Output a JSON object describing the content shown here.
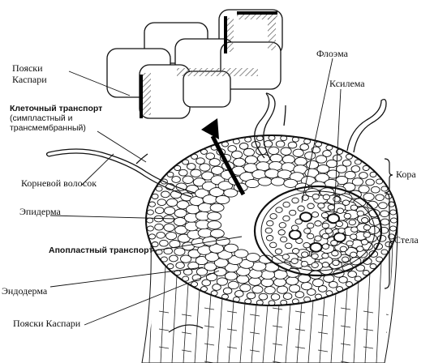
{
  "labels": {
    "caspary_top_line1": "Пояски",
    "caspary_top_line2": "Каспари",
    "symplast_title": "Клеточный транспорт",
    "symplast_sub1": "(симпластный и",
    "symplast_sub2": "трансмембранный)",
    "root_hair": "Корневой волосок",
    "epidermis": "Эпидерма",
    "apoplast": "Апопластный транспорт",
    "endodermis": "Эндодерма",
    "caspary_bottom": "Пояски Каспари",
    "phloem": "Флоэма",
    "xylem": "Ксилема",
    "cortex": "Кора",
    "stele": "Стела"
  }
}
